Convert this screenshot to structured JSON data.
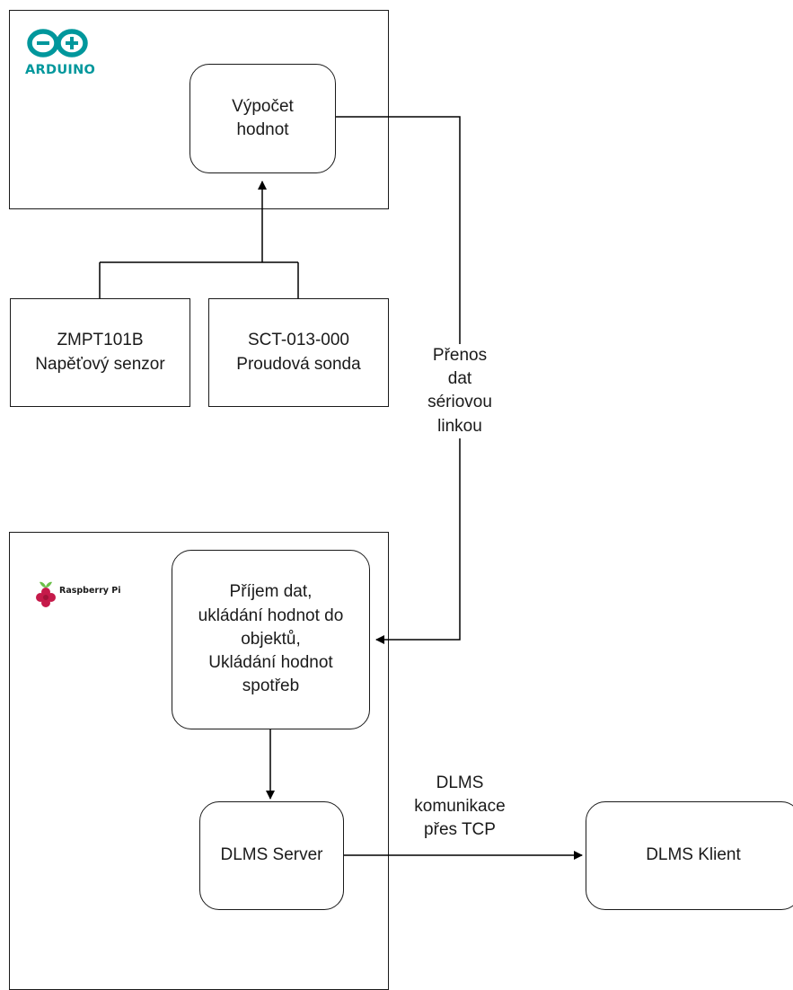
{
  "arduino": {
    "logo_text": "ARDUINO",
    "logo_icon": "arduino-infinity-logo",
    "brand_color": "#00979c"
  },
  "raspberry": {
    "logo_text": "Raspberry Pi",
    "logo_icon": "raspberry-pi-logo",
    "brand_color": "#c51a4a"
  },
  "nodes": {
    "vypocet": "Výpočet\nhodnot",
    "zmpt": "ZMPT101B\nNapěťový senzor",
    "sct": "SCT-013-000\nProudová sonda",
    "prijem": "Příjem dat,\nukládání hodnot do\nobjektů,\nUkládání hodnot\nspotřeb",
    "dlms_server": "DLMS Server",
    "dlms_klient": "DLMS Klient"
  },
  "edges": {
    "serial_label": "Přenos\ndat\nsériovou\nlinkou",
    "tcp_label": "DLMS\nkomunikace\npřes TCP"
  }
}
